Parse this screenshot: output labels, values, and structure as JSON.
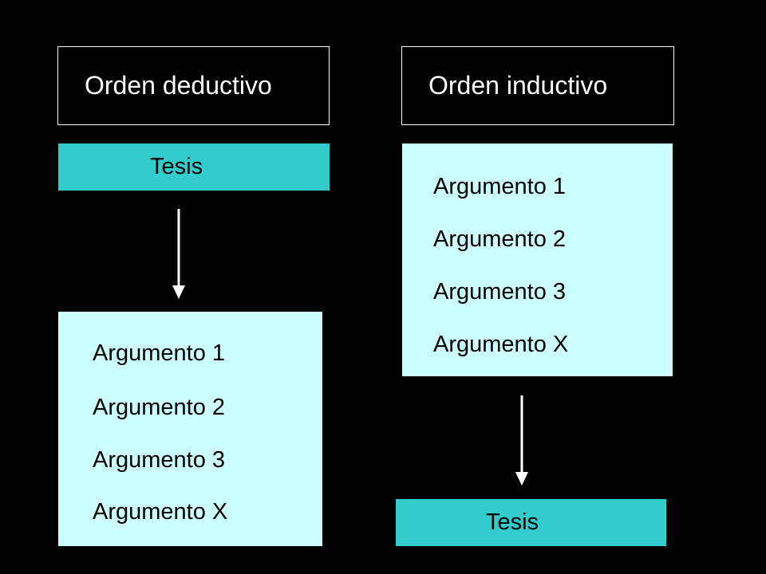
{
  "left": {
    "header": "Orden deductivo",
    "tesis": "Tesis",
    "arguments": [
      "Argumento 1",
      "Argumento 2",
      "Argumento 3",
      "Argumento X"
    ]
  },
  "right": {
    "header": "Orden inductivo",
    "arguments": [
      "Argumento 1",
      "Argumento 2",
      "Argumento 3",
      "Argumento X"
    ],
    "tesis": "Tesis"
  },
  "colors": {
    "background": "#000000",
    "tesis_fill": "#33cccc",
    "argument_fill": "#ccffff",
    "arrow": "#ffffff"
  }
}
